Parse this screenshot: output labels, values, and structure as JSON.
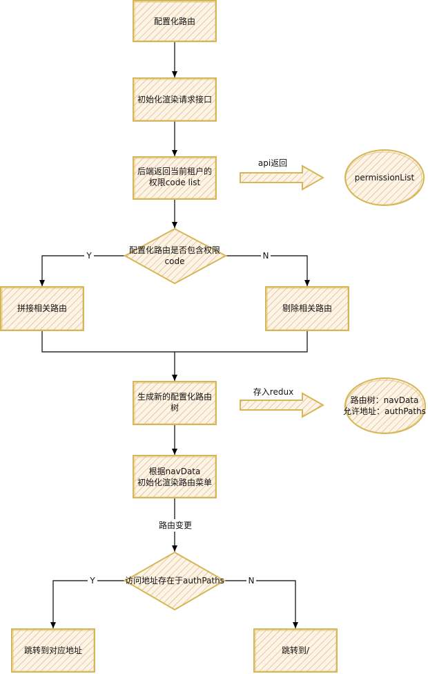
{
  "colors": {
    "box_stroke": "#d6b656",
    "box_fill": "#fce4c8",
    "hatch": "#c8a85a",
    "line": "#000000",
    "arrow_fill": "#fbe5cf"
  },
  "nodes": {
    "configured_routes": "配置化路由",
    "init_render_request": "初始化渲染请求接口",
    "backend_returns_line1": "后端返回当前租户的",
    "backend_returns_line2": "权限code list",
    "permission_list": "permissionList",
    "contains_check_line1": "配置化路由是否包含权限",
    "contains_check_line2": "code",
    "splice_routes": "拼接相关路由",
    "remove_routes": "剔除相关路由",
    "generate_tree_line1": "生成新的配置化路由",
    "generate_tree_line2": "树",
    "store_line1": "路由树：navData",
    "store_line2": "允许地址：authPaths",
    "render_menu_line1": "根据navData",
    "render_menu_line2": "初始化渲染路由菜单",
    "auth_check": "访问地址存在于authPaths",
    "goto_target": "跳转到对应地址",
    "goto_root": "跳转到/"
  },
  "edges": {
    "api_return": "api返回",
    "store_redux": "存入redux",
    "yes1": "Y",
    "no1": "N",
    "route_change": "路由变更",
    "yes2": "Y",
    "no2": "N"
  }
}
